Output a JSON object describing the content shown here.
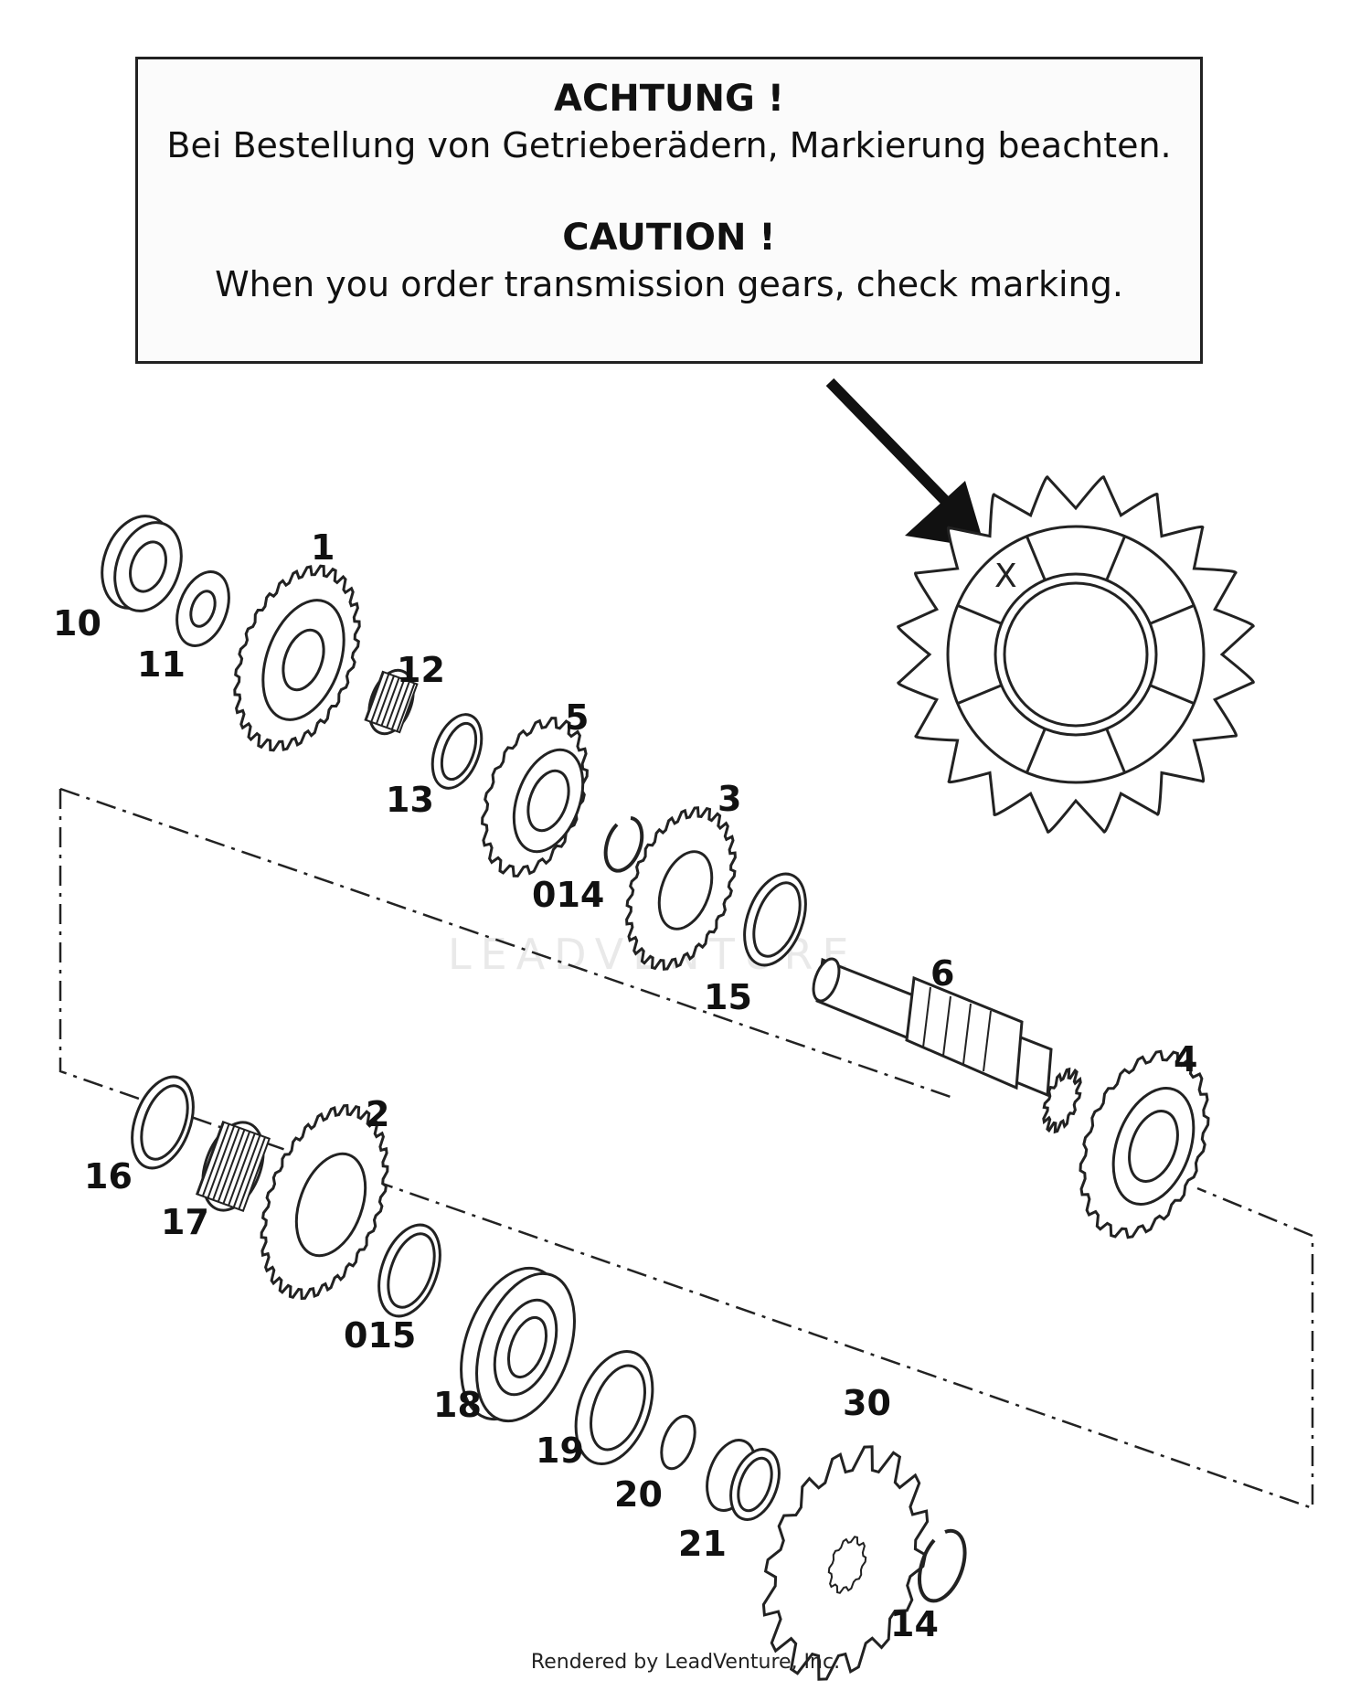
{
  "notice": {
    "de_title": "ACHTUNG !",
    "de_text": "Bei Bestellung von Getrieberädern, Markierung beachten.",
    "en_title": "CAUTION !",
    "en_text": "When you order transmission gears, check marking."
  },
  "gear_detail": {
    "marking": "X"
  },
  "callouts": [
    "1",
    "2",
    "3",
    "4",
    "5",
    "6",
    "10",
    "11",
    "12",
    "13",
    "014",
    "15",
    "16",
    "17",
    "015",
    "18",
    "19",
    "20",
    "21",
    "30",
    "14"
  ],
  "watermark": "LEADVENTURE",
  "footer": "Rendered by LeadVenture, Inc."
}
